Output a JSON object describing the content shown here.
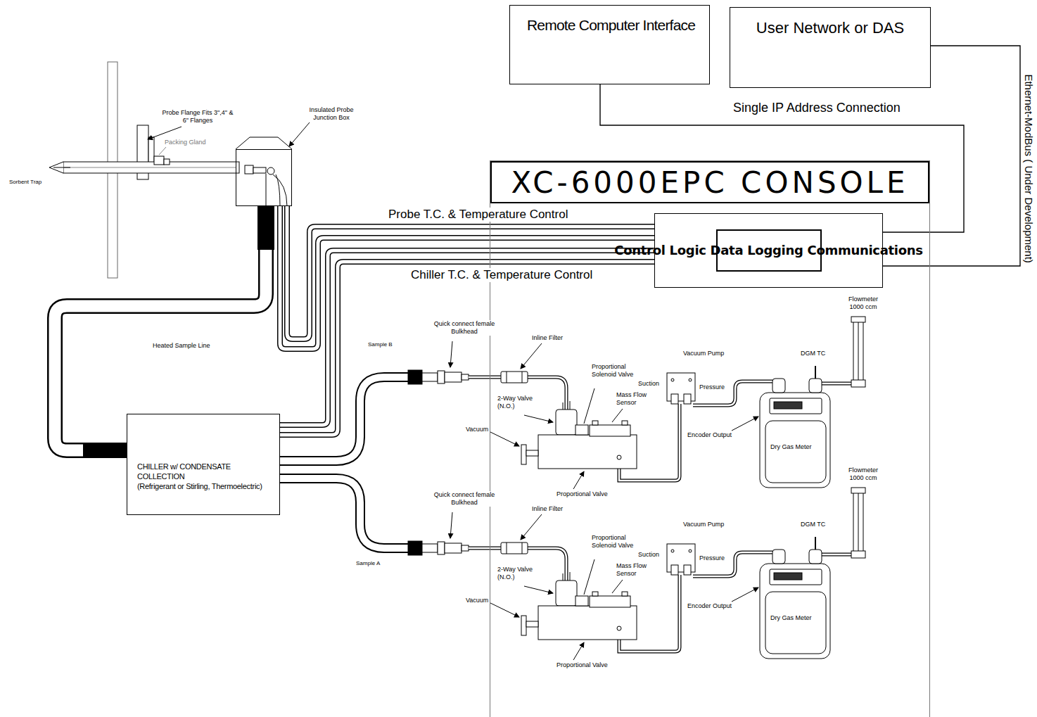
{
  "diagram": {
    "nodes": [
      {
        "text": [
          "Remote Computer Interface"
        ]
      },
      {
        "text": [
          "User Network or DAS"
        ]
      },
      {
        "text": [
          "Insulated Probe Junction Box"
        ]
      },
      {
        "text": [
          "XC-6000EPC CONSOLE"
        ]
      },
      {
        "text": [
          "Control Logic Data Logging Communications"
        ],
        "in": 3
      },
      {
        "text": [
          "CHILLER w/ CONDENSATE COLLECTION",
          "(Refrigerant or Stirling, Thermoelectric)"
        ]
      }
    ],
    "edges": [
      {
        "from": 0,
        "to": 4,
        "arrow": "none",
        "label": "Single IP Address Connection"
      },
      {
        "from": 1,
        "to": 4,
        "arrow": "none",
        "label": "Ethernet-ModBus ( Under Development)"
      },
      {
        "from": 2,
        "to": 4,
        "arrow": "none",
        "label": "Probe T.C. & Temperature Control"
      },
      {
        "from": 2,
        "to": 5,
        "arrow": "none",
        "label": "Heated Sample Line"
      },
      {
        "from": 5,
        "to": 4,
        "arrow": "none",
        "label": "Chiller T.C. & Temperature Control"
      }
    ],
    "labels": [
      "Probe Flange Fits 3\",4\" & 6\" Flanges",
      "Packing Gland",
      "Sorbent Trap",
      "Sample B",
      "Quick connect female Bulkhead",
      "Inline Filter",
      "Proportional Solenoid Valve",
      "Mass Flow Sensor",
      "2-Way Valve (N.O.)",
      "Vacuum",
      "Proportional Valve",
      "Vacuum Pump",
      "Suction",
      "Pressure",
      "Encoder Output",
      "DGM TC",
      "Flowmeter 1000 ccm",
      "Dry Gas Meter",
      "Sample A",
      "Quick connect female Bulkhead",
      "Inline Filter",
      "Proportional Solenoid Valve",
      "Mass Flow Sensor",
      "2-Way Valve (N.O.)",
      "Vacuum",
      "Proportional Valve",
      "Vacuum Pump",
      "Suction",
      "Pressure",
      "Encoder Output",
      "DGM TC",
      "Flowmeter 1000 ccm",
      "Dry Gas Meter"
    ]
  }
}
